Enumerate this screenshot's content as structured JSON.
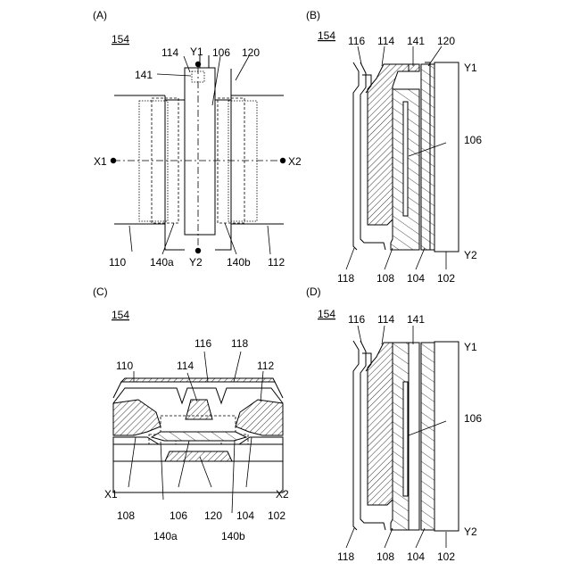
{
  "panels": {
    "a": {
      "panel_label": "(A)",
      "ref": "154",
      "labels": {
        "l114": "114",
        "lY1": "Y1",
        "l106": "106",
        "l120": "120",
        "l141": "141",
        "lX1": "X1",
        "lX2": "X2",
        "l110": "110",
        "l140a": "140a",
        "lY2": "Y2",
        "l140b": "140b",
        "l112": "112"
      }
    },
    "b": {
      "panel_label": "(B)",
      "ref": "154",
      "labels": {
        "l116": "116",
        "l114": "114",
        "l141": "141",
        "l120": "120",
        "lY1": "Y1",
        "l106": "106",
        "lY2": "Y2",
        "l118": "118",
        "l108": "108",
        "l104": "104",
        "l102": "102"
      }
    },
    "c": {
      "panel_label": "(C)",
      "ref": "154",
      "labels": {
        "l116": "116",
        "l118": "118",
        "l110": "110",
        "l114": "114",
        "l112": "112",
        "lX1": "X1",
        "lX2": "X2",
        "l108": "108",
        "l106": "106",
        "l120": "120",
        "l104": "104",
        "l102": "102",
        "l140a": "140a",
        "l140b": "140b"
      }
    },
    "d": {
      "panel_label": "(D)",
      "ref": "154",
      "labels": {
        "l116": "116",
        "l114": "114",
        "l141": "141",
        "lY1": "Y1",
        "l106": "106",
        "lY2": "Y2",
        "l118": "118",
        "l108": "108",
        "l104": "104",
        "l102": "102"
      }
    }
  }
}
